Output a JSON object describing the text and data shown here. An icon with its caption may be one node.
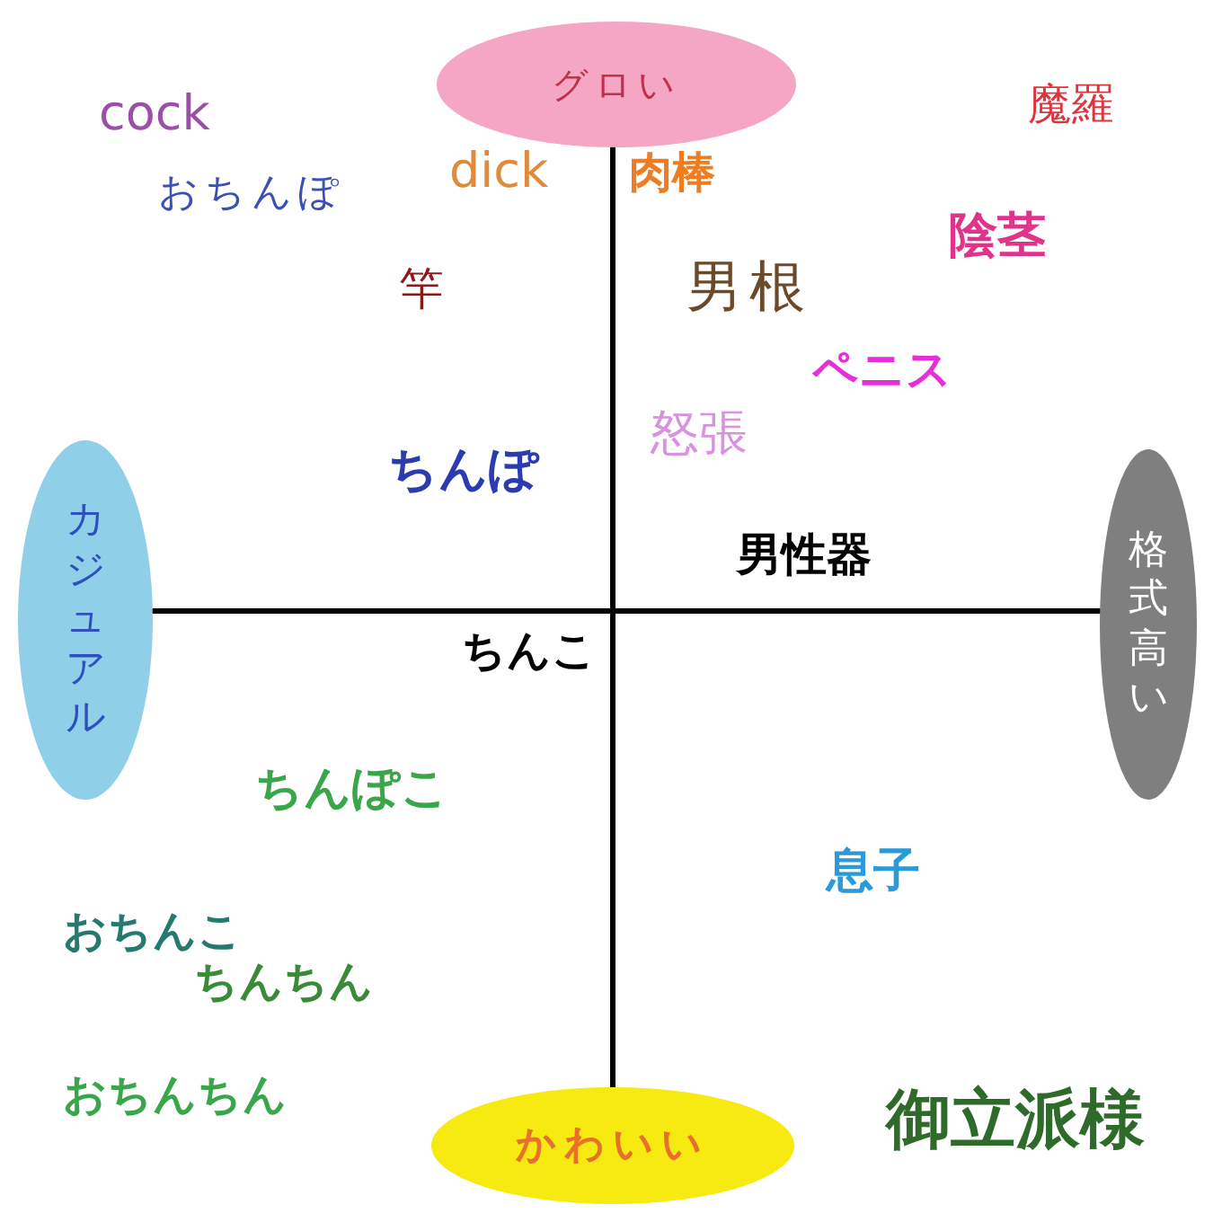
{
  "diagram": {
    "nodes": [
      {
        "text": [
          "グロい"
        ]
      },
      {
        "text": [
          "カジュアル"
        ]
      },
      {
        "text": [
          "格式高い"
        ]
      },
      {
        "text": [
          "かわいい"
        ]
      }
    ],
    "labels": [
      "cock",
      "魔羅",
      "dick",
      "肉棒",
      "おちんぽ",
      "陰茎",
      "竿",
      "男根",
      "ペニス",
      "怒張",
      "ちんぽ",
      "男性器",
      "ちんこ",
      "ちんぽこ",
      "息子",
      "おちんこ",
      "ちんちん",
      "おちんちん",
      "御立派様"
    ]
  }
}
